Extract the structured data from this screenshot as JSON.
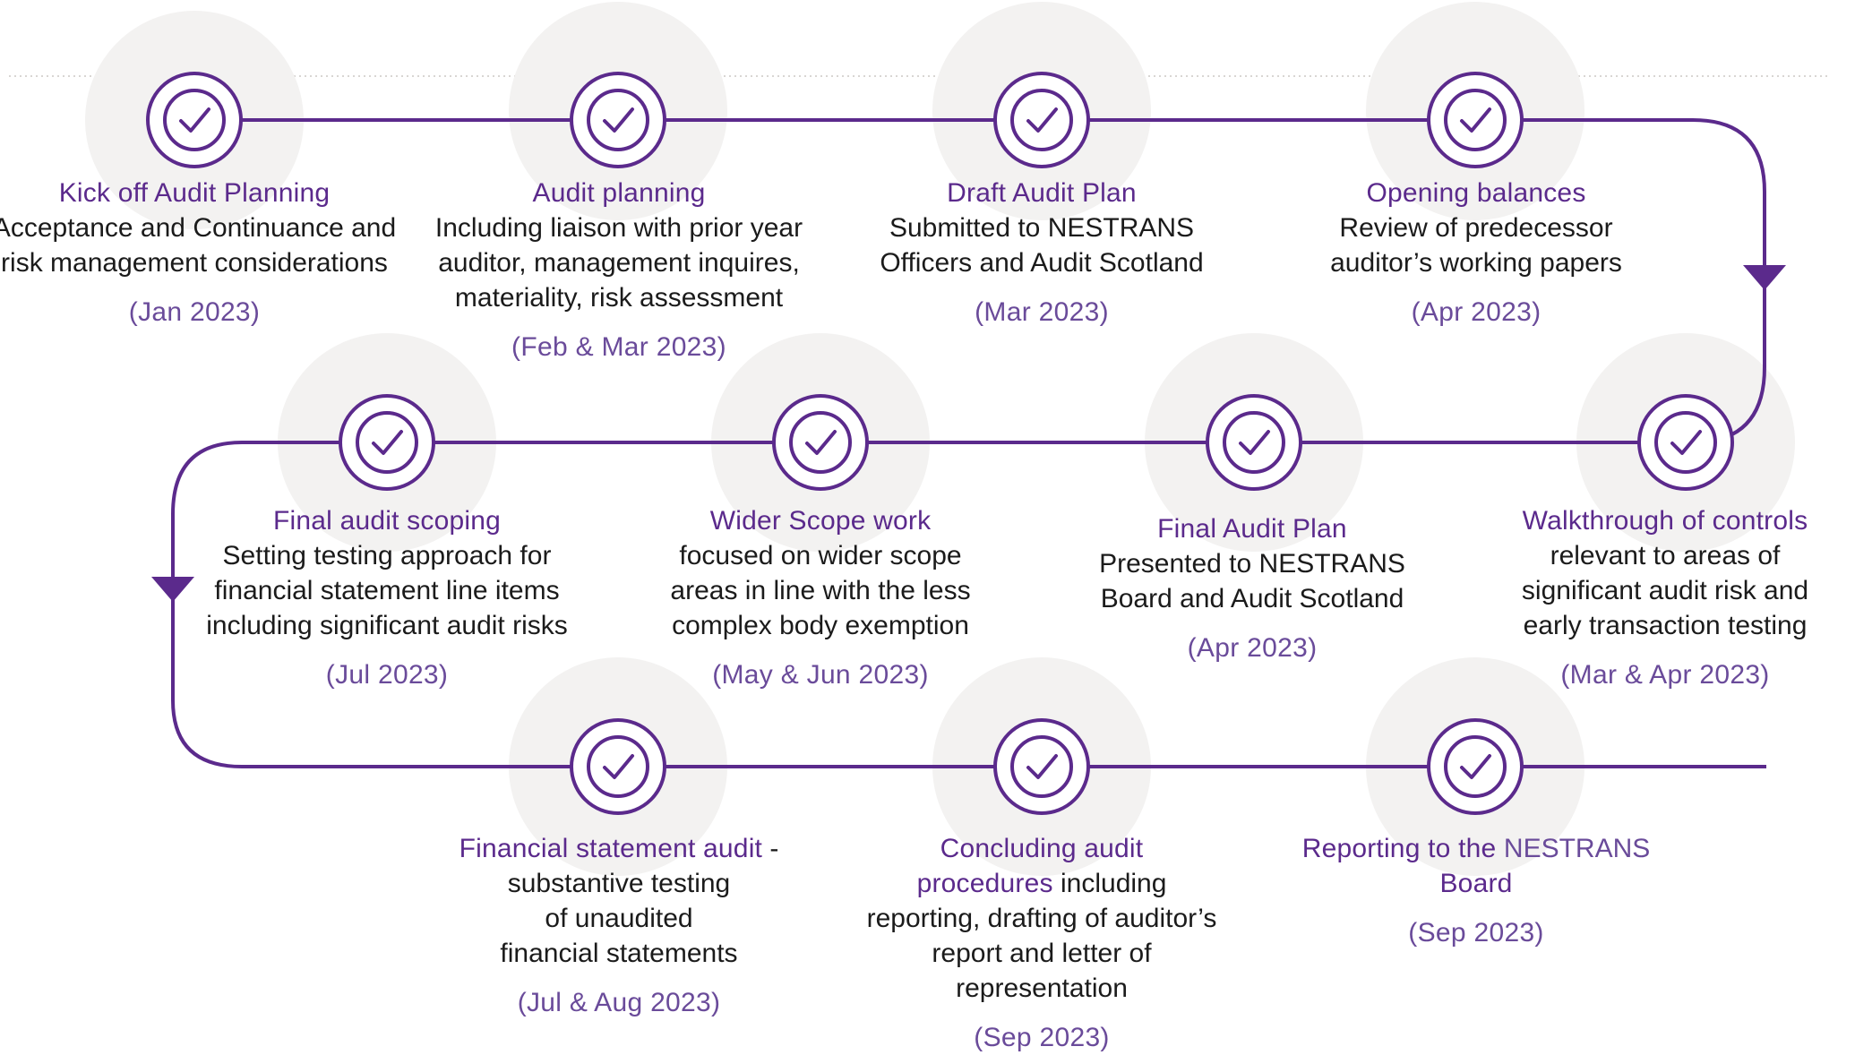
{
  "colors": {
    "accent": "#5b2a8c",
    "line": "#5b2a8c",
    "halo": "#f3f2f1",
    "text": "#1b1b1b"
  },
  "milestones": [
    {
      "title": "Kick off Audit Planning",
      "description": "Acceptance and Continuance and risk management considerations",
      "date": "(Jan 2023)",
      "icon": "check-circle-icon"
    },
    {
      "title": "Audit planning",
      "description": "Including liaison with prior year auditor, management inquires, materiality, risk assessment",
      "date": "(Feb & Mar 2023)",
      "icon": "check-circle-icon"
    },
    {
      "title": "Draft Audit Plan",
      "description": "Submitted to NESTRANS Officers and Audit Scotland",
      "date": "(Mar 2023)",
      "icon": "check-circle-icon"
    },
    {
      "title": "Opening balances",
      "description": "Review of predecessor auditor’s working papers",
      "date": "(Apr 2023)",
      "icon": "check-circle-icon"
    },
    {
      "title": "Walkthrough of controls",
      "description": "relevant to areas of significant audit risk and early transaction testing",
      "date": "(Mar & Apr 2023)",
      "icon": "check-circle-icon"
    },
    {
      "title": "Final Audit Plan",
      "description": "Presented to NESTRANS Board and Audit Scotland",
      "date": "(Apr 2023)",
      "icon": "check-circle-icon"
    },
    {
      "title": "Wider Scope work",
      "description": "focused on wider scope areas in line with the less complex body exemption",
      "date": "(May & Jun 2023)",
      "icon": "check-circle-icon"
    },
    {
      "title": "Final audit scoping",
      "description": "Setting testing approach for financial statement line items including  significant audit risks",
      "date": "(Jul 2023)",
      "icon": "check-circle-icon"
    },
    {
      "title": "Financial statement audit",
      "title_suffix": " -",
      "description": "substantive testing of unaudited financial statements",
      "date": "(Jul & Aug 2023)",
      "icon": "check-circle-icon"
    },
    {
      "title": "Concluding audit",
      "title_line2": "procedures",
      "description_inline": " including",
      "description": "reporting, drafting of auditor’s report and letter of representation",
      "date": "(Sep 2023)",
      "icon": "check-circle-icon"
    },
    {
      "title_part1": "Reporting to the ",
      "title_part2": "NESTRANS",
      "title_line2": "Board",
      "date": "(Sep 2023)",
      "icon": "check-circle-icon"
    }
  ]
}
